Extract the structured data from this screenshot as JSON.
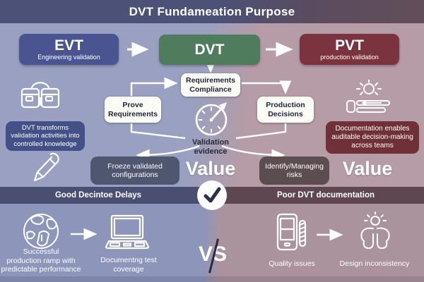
{
  "title": "DVT Fundameation Purpose",
  "stages": {
    "evt_title": "EVT",
    "evt_subtitle": "Engineering validation",
    "dvt_title": "DVT",
    "pvt_title": "PVT",
    "pvt_subtitle": "production validation"
  },
  "flowchart": {
    "requirements_compliance": "Requirements\nCompliance",
    "prove_requirements": "Prove\nRequirements",
    "production_decisions": "Production\nDecisions",
    "validation_evidence": "Validation\nevidence",
    "freeze_configurations": "Froeze validated\nconfigurations",
    "identify_risks": "Identify/Managing\nrisks",
    "value_left": "Value",
    "value_right": "Value"
  },
  "side_notes": {
    "left": "DVT transforms\nvalidation activities into\ncontrolled knowledge",
    "right": "Documentation enables\nauditable decision-making\nacross teams"
  },
  "comparison": {
    "good_header": "Good Decintoe Delays",
    "poor_header": "Poor DVT documentation",
    "vs_label": "VS",
    "good_items": [
      "Successful\nproduction ramp with\npredictable performance",
      "Documentng test\ncoverage"
    ],
    "poor_items": [
      "Quality issues",
      "Design inconsistency"
    ]
  },
  "icons": {
    "left_top": "briefcase-bags-icon",
    "left_bottom": "pencil-icon",
    "right_top": "marker-sparkle-icon",
    "center": "gauge-icon",
    "divider": "check-circle-icon",
    "bottom_left_1": "brain-globe-icon",
    "bottom_left_2": "laptop-icon",
    "bottom_right_1": "phone-coil-icon",
    "bottom_right_2": "idea-head-icon"
  },
  "colors": {
    "evt_box": "#4a5490",
    "dvt_box": "#4e7c5c",
    "pvt_box": "#7b3340",
    "bg_left": "#99a0c1",
    "bg_right": "#b59ca6",
    "bar_left": "#4a4f72",
    "bar_right": "#5e4751",
    "note_left": "#445088",
    "note_right": "#703038",
    "freeze_box": "#4f5670",
    "risk_box": "#5b4d50",
    "white_box": "#fcfcf6",
    "dark_text": "#20263a"
  }
}
